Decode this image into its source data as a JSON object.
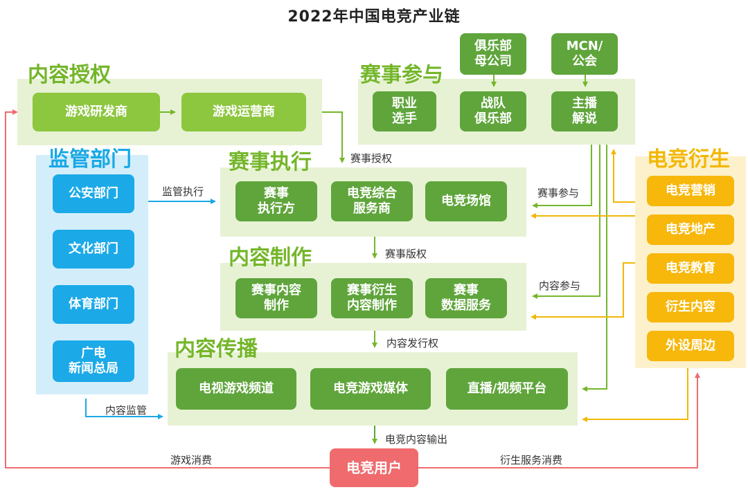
{
  "title": "2022年中国电竞产业链",
  "panels": {
    "content_license": {
      "title": "内容授权",
      "boxes": [
        "游戏研发商",
        "游戏运营商"
      ]
    },
    "event_participation": {
      "title": "赛事参与",
      "top_boxes": [
        "俱乐部\n母公司",
        "MCN/\n公会"
      ],
      "boxes": [
        "职业\n选手",
        "战队\n俱乐部",
        "主播\n解说"
      ]
    },
    "regulators": {
      "title": "监管部门",
      "boxes": [
        "公安部门",
        "文化部门",
        "体育部门",
        "广电\n新闻总局"
      ]
    },
    "event_execution": {
      "title": "赛事执行",
      "boxes": [
        "赛事\n执行方",
        "电竞综合\n服务商",
        "电竞场馆"
      ]
    },
    "content_production": {
      "title": "内容制作",
      "boxes": [
        "赛事内容\n制作",
        "赛事衍生\n内容制作",
        "赛事\n数据服务"
      ]
    },
    "content_distribution": {
      "title": "内容传播",
      "boxes": [
        "电视游戏频道",
        "电竞游戏媒体",
        "直播/视频平台"
      ]
    },
    "derivatives": {
      "title": "电竞衍生",
      "boxes": [
        "电竞营销",
        "电竞地产",
        "电竞教育",
        "衍生内容",
        "外设周边"
      ]
    },
    "user": {
      "label": "电竞用户"
    }
  },
  "flow_labels": {
    "event_license": "赛事授权",
    "regulation_exec": "监管执行",
    "event_participation": "赛事参与",
    "event_copyright": "赛事版权",
    "content_participation": "内容参与",
    "content_release": "内容发行权",
    "content_supervision": "内容监管",
    "content_output": "电竞内容输出",
    "game_consumption": "游戏消费",
    "derivative_consumption": "衍生服务消费"
  },
  "colors": {
    "light_green": "#8dc63f",
    "dark_green": "#5fa53b",
    "blue": "#1ba9e8",
    "yellow": "#f7b70b",
    "pink": "#ef6b6e"
  }
}
